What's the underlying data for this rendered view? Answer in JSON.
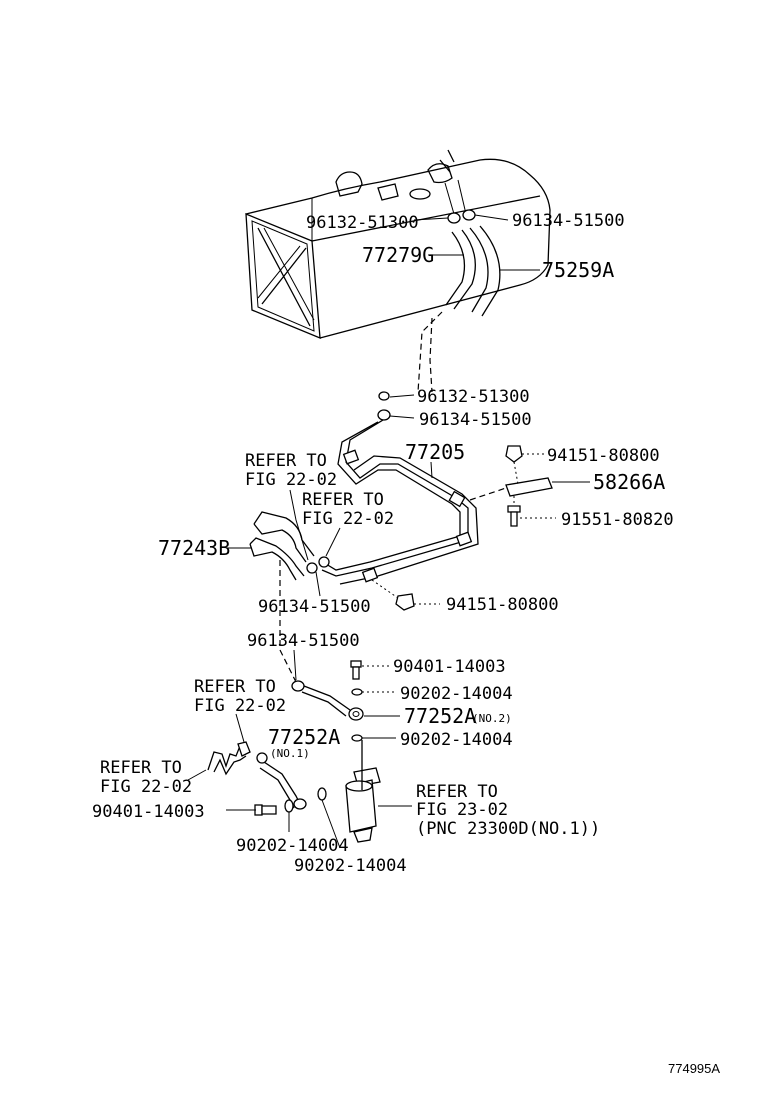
{
  "parts": {
    "p_96132_51300_a": "96132-51300",
    "p_96134_51500_a": "96134-51500",
    "p_77279G": "77279G",
    "p_75259A": "75259A",
    "p_96132_51300_b": "96132-51300",
    "p_96134_51500_b": "96134-51500",
    "p_77205": "77205",
    "p_94151_80800_a": "94151-80800",
    "p_58266A": "58266A",
    "p_91551_80820": "91551-80820",
    "p_77243B": "77243B",
    "p_96134_51500_c": "96134-51500",
    "p_94151_80800_b": "94151-80800",
    "p_96134_51500_d": "96134-51500",
    "p_90401_14003_a": "90401-14003",
    "p_90202_14004_a": "90202-14004",
    "p_77252A_no2": "77252A",
    "p_no2": "(NO.2)",
    "p_90202_14004_b": "90202-14004",
    "p_77252A_no1": "77252A",
    "p_no1": "(NO.1)",
    "p_90401_14003_b": "90401-14003",
    "p_90202_14004_c": "90202-14004",
    "p_90202_14004_d": "90202-14004"
  },
  "refers": {
    "r1_l1": "REFER TO",
    "r1_l2": "FIG 22-02",
    "r2_l1": "REFER TO",
    "r2_l2": "FIG 22-02",
    "r3_l1": "REFER TO",
    "r3_l2": "FIG 22-02",
    "r4_l1": "REFER TO",
    "r4_l2": "FIG 22-02",
    "r5_l1": "REFER TO",
    "r5_l2": "FIG 23-02",
    "r5_l3": "(PNC 23300D(NO.1))"
  },
  "illustration_code": "774995A"
}
